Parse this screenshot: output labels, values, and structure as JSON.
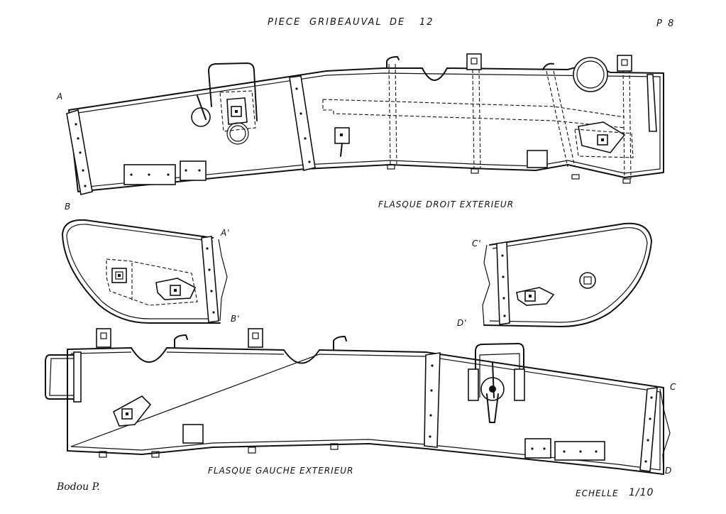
{
  "header": {
    "title_piece": "PIECE",
    "title_name": "GRIBEAUVAL",
    "title_de": "DE",
    "title_num": "12",
    "page": "P 8"
  },
  "upper_view": {
    "caption": "FLASQUE DROIT EXTERIEUR",
    "point_a": "A",
    "point_b": "B"
  },
  "middle_left": {
    "point_a": "A'",
    "point_b": "B'"
  },
  "middle_right": {
    "point_c": "C'",
    "point_d": "D'"
  },
  "lower_view": {
    "caption": "FLASQUE GAUCHE EXTERIEUR",
    "point_c": "C",
    "point_d": "D"
  },
  "footer": {
    "signature": "Bodou P.",
    "scale_label": "ECHELLE",
    "scale_value": "1/10"
  }
}
